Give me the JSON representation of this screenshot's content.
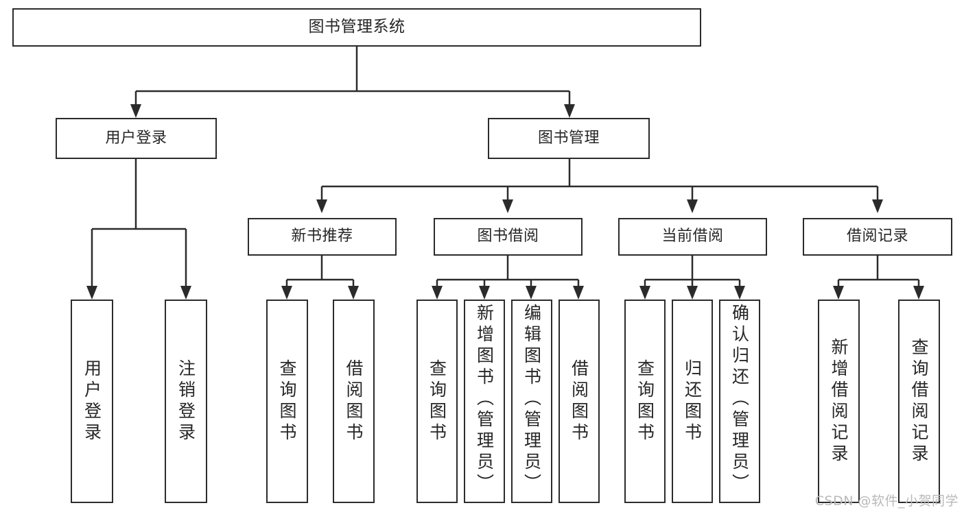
{
  "diagram": {
    "type": "hierarchy-tree",
    "title": "图书管理系统",
    "watermark": "CSDN @软件_小贺同学",
    "colors": {
      "stroke": "#2b2b2b",
      "fill": "#ffffff",
      "text": "#262626",
      "watermark": "#b9b9b9"
    },
    "nodes": {
      "root": {
        "label": "图书管理系统"
      },
      "level2": [
        {
          "id": "user-login",
          "label": "用户登录"
        },
        {
          "id": "book-manage",
          "label": "图书管理"
        }
      ],
      "level3": [
        {
          "id": "new-book-recommend",
          "label": "新书推荐"
        },
        {
          "id": "book-borrow",
          "label": "图书借阅"
        },
        {
          "id": "current-borrow",
          "label": "当前借阅"
        },
        {
          "id": "borrow-record",
          "label": "借阅记录"
        }
      ],
      "leaves": {
        "user_login": [
          {
            "id": "leaf-user-login",
            "label": "用户登录"
          },
          {
            "id": "leaf-logout-login",
            "label": "注销登录"
          }
        ],
        "new_book_recommend": [
          {
            "id": "leaf-query-book-1",
            "label": "查询图书"
          },
          {
            "id": "leaf-borrow-book-1",
            "label": "借阅图书"
          }
        ],
        "book_borrow": [
          {
            "id": "leaf-query-book-2",
            "label": "查询图书"
          },
          {
            "id": "leaf-add-book-admin",
            "label": "新增图书（管理员）"
          },
          {
            "id": "leaf-edit-book-admin",
            "label": "编辑图书（管理员）"
          },
          {
            "id": "leaf-borrow-book-2",
            "label": "借阅图书"
          }
        ],
        "current_borrow": [
          {
            "id": "leaf-query-book-3",
            "label": "查询图书"
          },
          {
            "id": "leaf-return-book",
            "label": "归还图书"
          },
          {
            "id": "leaf-confirm-return-admin",
            "label": "确认归还（管理员）"
          }
        ],
        "borrow_record": [
          {
            "id": "leaf-add-borrow-record",
            "label": "新增借阅记录"
          },
          {
            "id": "leaf-query-borrow-record",
            "label": "查询借阅记录"
          }
        ]
      }
    }
  }
}
